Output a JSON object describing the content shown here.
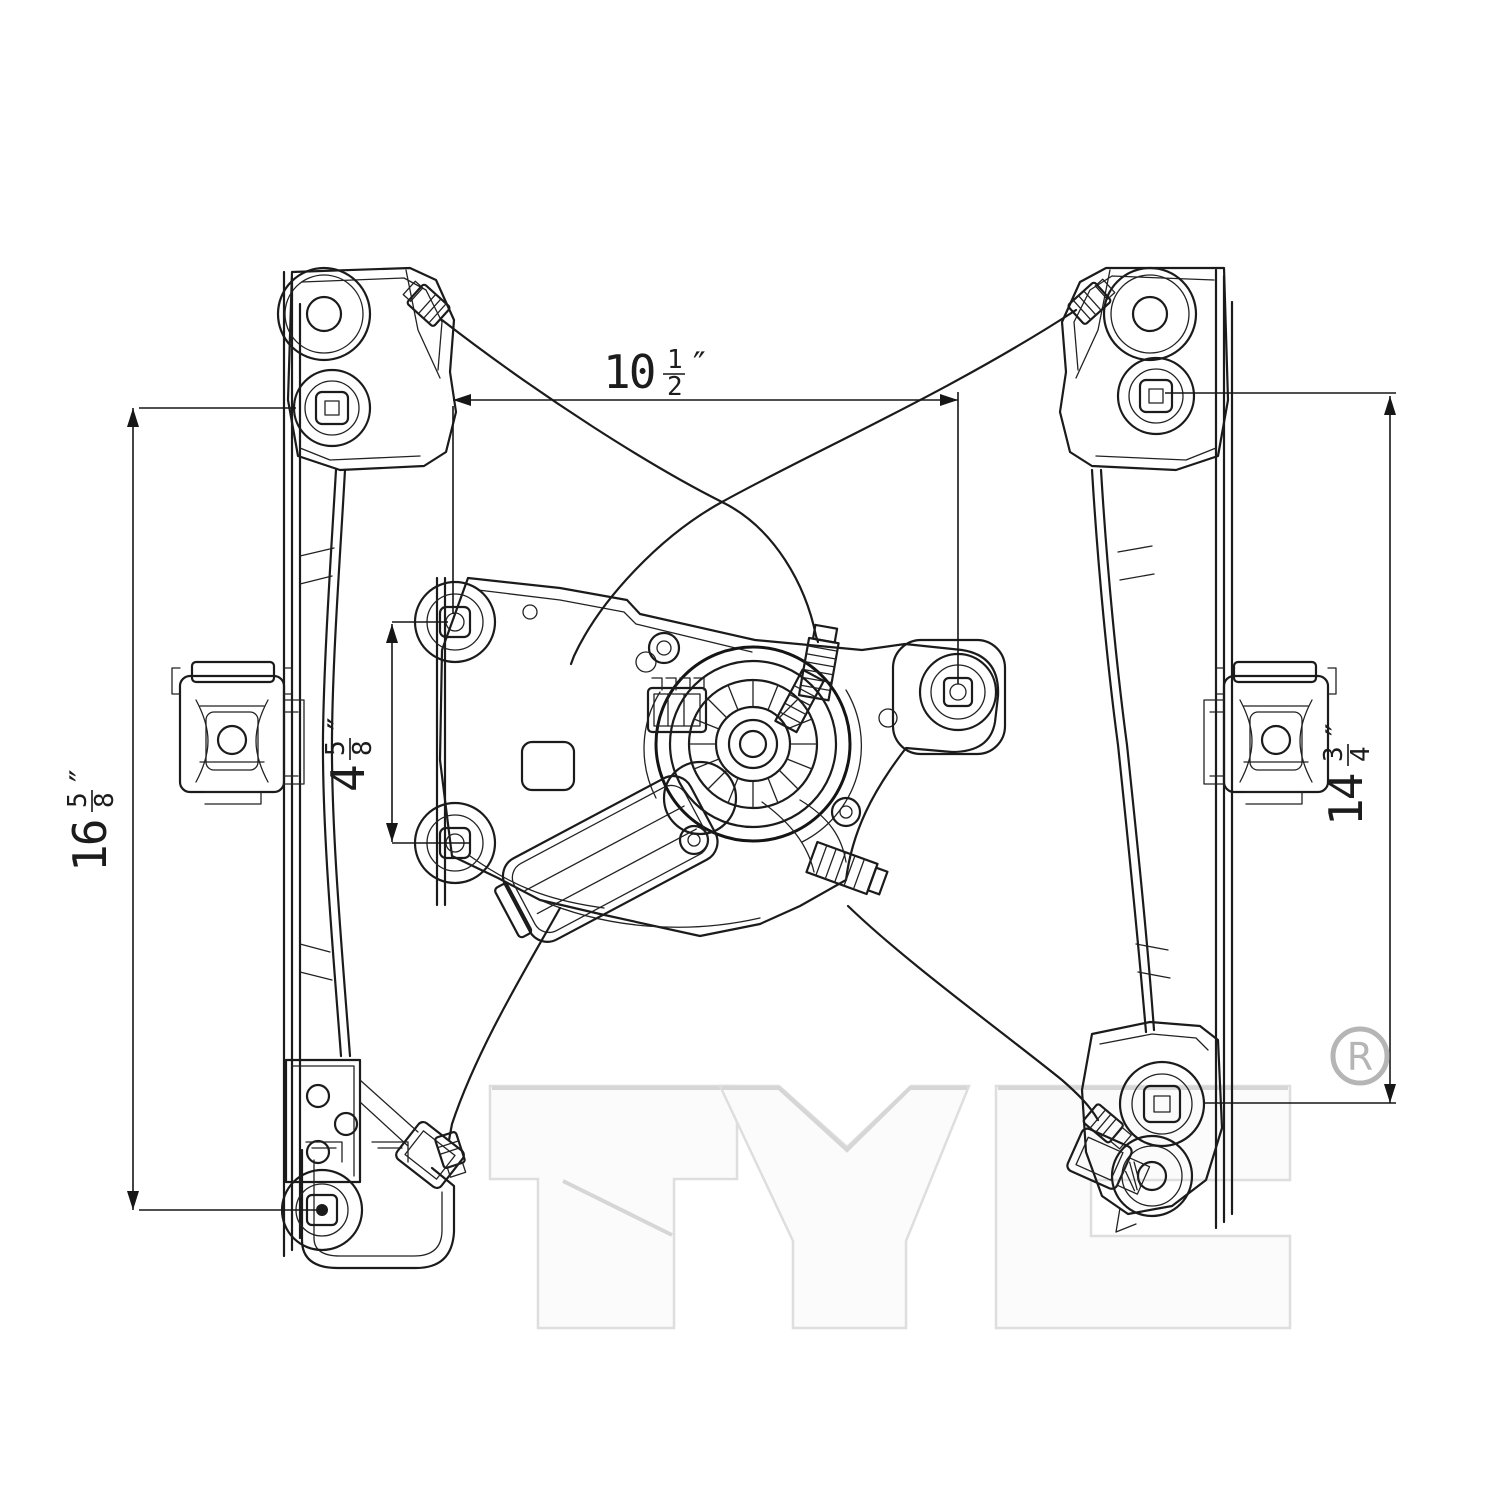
{
  "drawing": {
    "type": "technical-line-drawing",
    "subject": "power window regulator with motor",
    "background_color": "#ffffff",
    "line_color": "#1b1b1b"
  },
  "dimensions": {
    "width_top": {
      "whole": "10",
      "num": "1",
      "den": "2",
      "unit": "″",
      "display": "10 1/2 in"
    },
    "height_left": {
      "whole": "16",
      "num": "5",
      "den": "8",
      "unit": "″",
      "display": "16 5/8 in"
    },
    "bracket_spacing": {
      "whole": "4",
      "num": "5",
      "den": "8",
      "unit": "″",
      "display": "4 5/8 in"
    },
    "height_right": {
      "whole": "14",
      "num": "3",
      "den": "4",
      "unit": "″",
      "display": "14 3/4 in"
    }
  },
  "watermark": {
    "text": "TYC",
    "registered_letter": "R"
  }
}
